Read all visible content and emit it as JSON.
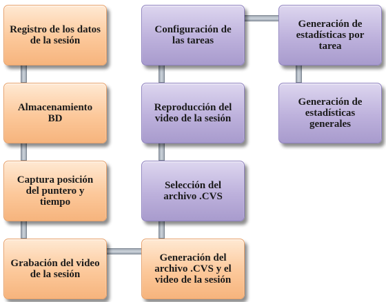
{
  "nodes": {
    "registro": "Registro de los datos de la sesión",
    "almacenamiento": "Almacenamiento BD",
    "captura": "Captura posición del puntero y tiempo",
    "grabacion": "Grabación del video de la sesión",
    "generacion_archivo": "Generación del archivo .CVS y el video de la sesión",
    "seleccion": "Selección del archivo .CVS",
    "reproduccion": "Reproducción del video de la sesión",
    "configuracion": "Configuración de las tareas",
    "estadisticas_tarea": "Generación de estadísticas por tarea",
    "estadisticas_generales": "Generación de estadísticas generales"
  },
  "colors": {
    "input_flow": "#fcc89a",
    "analysis_flow": "#bdb1dc",
    "connector": "#9fa8b3"
  }
}
